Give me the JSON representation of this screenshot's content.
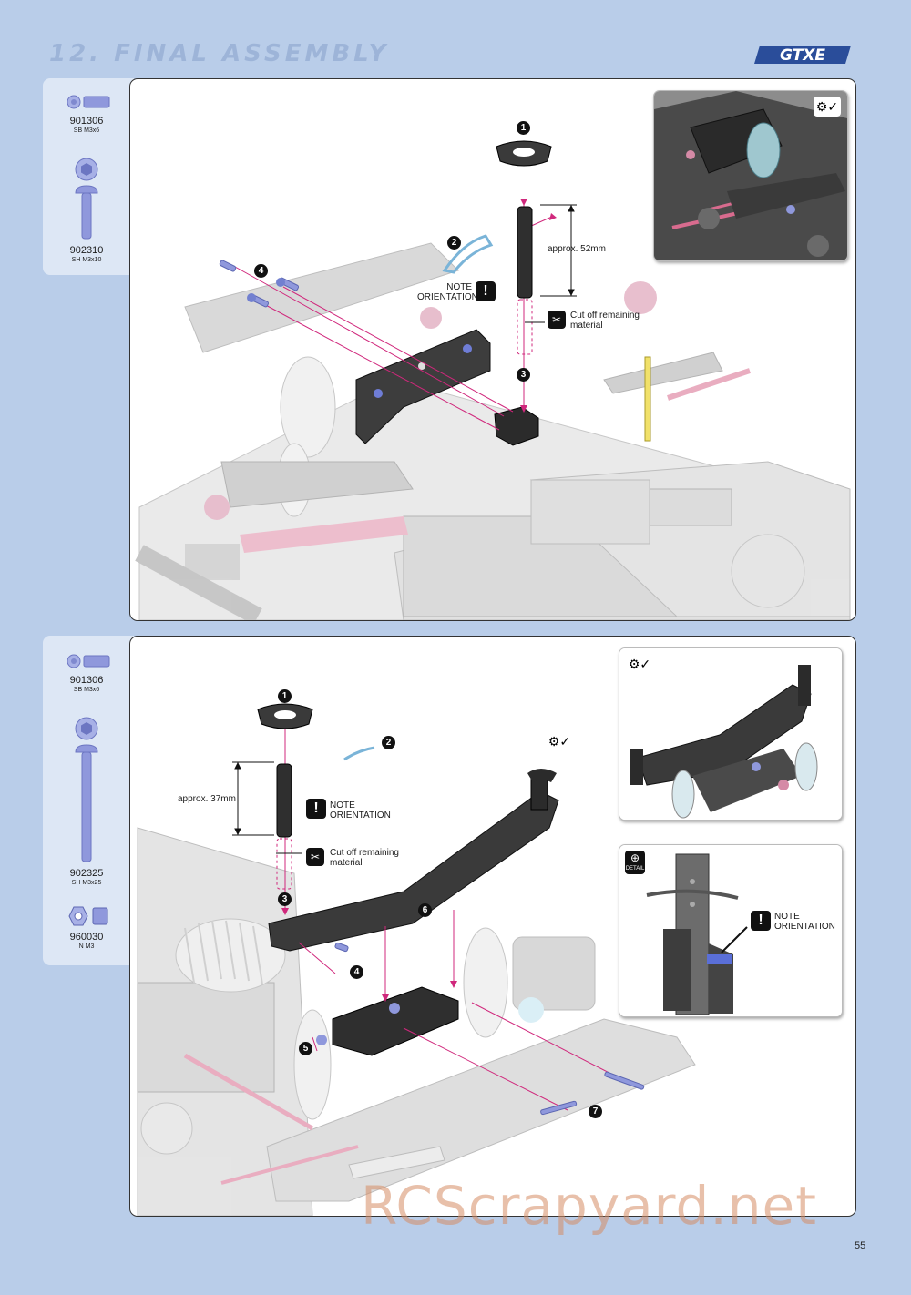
{
  "header": {
    "title": "12. FINAL ASSEMBLY",
    "logo_text": "GTXE"
  },
  "step1": {
    "parts": [
      {
        "number": "901306",
        "spec": "SB M3x6",
        "icon": "short-screw-icon"
      },
      {
        "number": "902310",
        "spec": "SH M3x10",
        "icon": "button-head-screw-icon"
      }
    ],
    "callouts": [
      "1",
      "2",
      "3",
      "4"
    ],
    "measurement": "approx. 52mm",
    "note": "NOTE ORIENTATION",
    "cut_note": "Cut off remaining material"
  },
  "step2": {
    "parts": [
      {
        "number": "901306",
        "spec": "SB M3x6",
        "icon": "short-screw-icon"
      },
      {
        "number": "902325",
        "spec": "SH M3x25",
        "icon": "long-screw-icon"
      },
      {
        "number": "960030",
        "spec": "N M3",
        "icon": "nut-icon"
      }
    ],
    "callouts": [
      "1",
      "2",
      "3",
      "4",
      "5",
      "6",
      "7"
    ],
    "measurement": "approx. 37mm",
    "note": "NOTE ORIENTATION",
    "cut_note": "Cut off remaining material",
    "detail_label": "DETAIL",
    "detail_note": "NOTE ORIENTATION"
  },
  "footer": {
    "page_number": "55",
    "watermark": "RCScrapyard.net"
  },
  "colors": {
    "page_background": "#b9cde9",
    "parts_panel": "#dde7f5",
    "accent_pink": "#d0287c"
  }
}
